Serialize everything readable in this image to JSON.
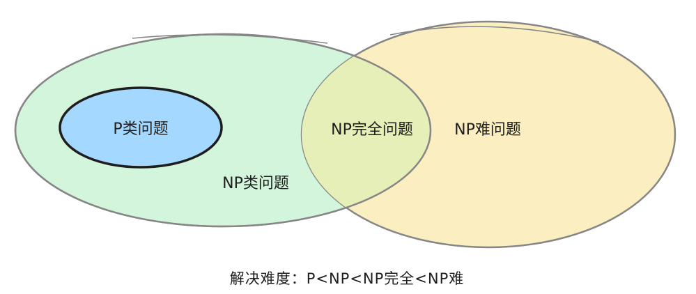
{
  "diagram": {
    "labels": {
      "p_class": "P类问题",
      "np_class": "NP类问题",
      "np_complete": "NP完全问题",
      "np_hard": "NP难问题"
    },
    "caption": "解决难度：P<NP<NP完全<NP难"
  },
  "colors": {
    "np_fill": "#d3f5dc",
    "np_hard_fill": "#fbeec0",
    "overlap_fill": "#e6efb8",
    "p_fill": "#a5d8ff",
    "stroke_gray": "#868686",
    "stroke_dark": "#1e1e1e"
  }
}
